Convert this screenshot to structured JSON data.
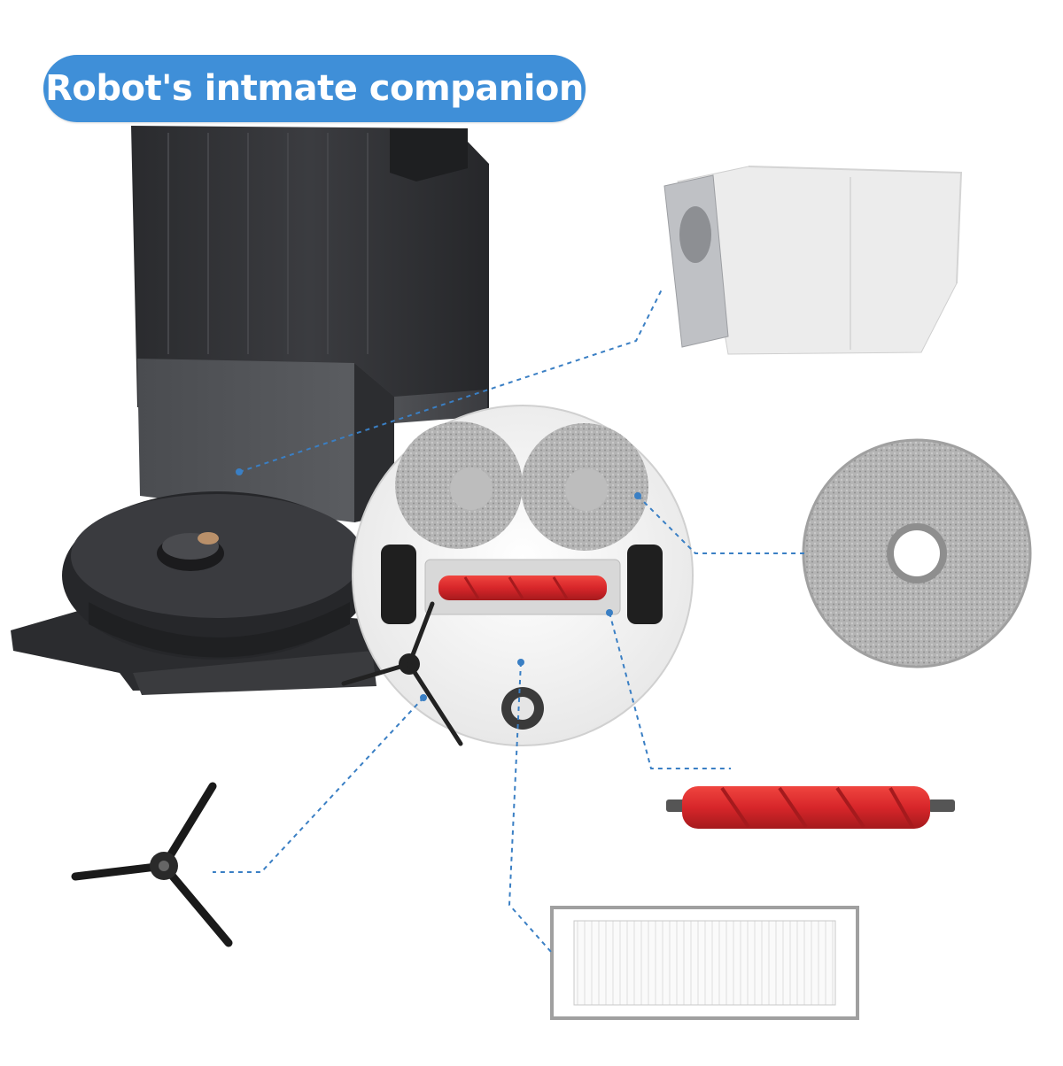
{
  "banner": {
    "text": "Robot's intmate companion",
    "color": "#3f8fd8"
  },
  "colors": {
    "callout_line": "#3a7fc4",
    "station_dark": "#2f3033",
    "roller_red": "#d7262a",
    "robot_white": "#f3f3f3",
    "mop_gray": "#a8a8a8"
  },
  "illustrations": [
    "self-emptying-base-station",
    "robot-vacuum-underside",
    "dust-bag",
    "mop-pad",
    "main-roller-brush",
    "side-brush",
    "hepa-filter"
  ]
}
